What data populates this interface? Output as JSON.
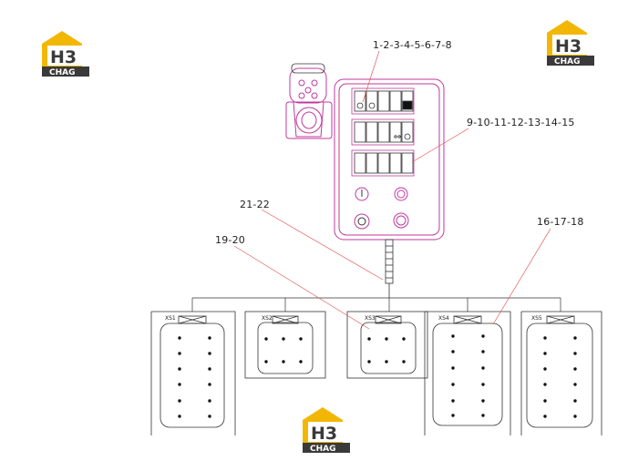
{
  "logo": {
    "mark": "H3",
    "sub": "CHAG",
    "mark_color": "#f2b705",
    "dark_color": "#3a3a3a"
  },
  "callouts": {
    "c1": "1-2-3-4-5-6-7-8",
    "c2": "9-10-11-12-13-14-15",
    "c3": "21-22",
    "c4": "19-20",
    "c5": "16-17-18"
  },
  "connectors": {
    "xs1": "XS1",
    "xs2": "XS2",
    "xs3": "XS3",
    "xs4": "XS4",
    "xs5": "XS5"
  },
  "colors": {
    "panel": "#c0399c",
    "leader": "#e05a5a",
    "line": "#333333"
  }
}
